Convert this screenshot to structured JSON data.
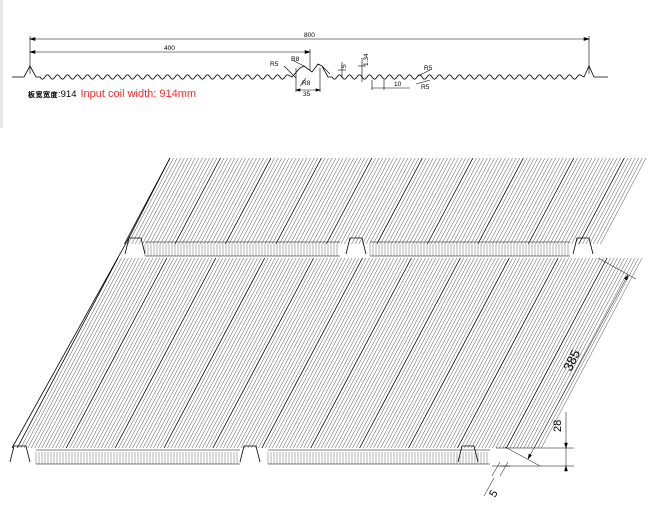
{
  "profile": {
    "dim_total": "800",
    "dim_half": "400",
    "r5_left": "R5",
    "r8_top": "R8",
    "r8_bottom": "R8",
    "dim_35": "35",
    "dim_5": "5",
    "dim_1_34": "1.34",
    "dim_10": "10",
    "r5_right_top": "R5",
    "r5_right_bottom": "R5",
    "note_prefix_cn": "板宽宽度",
    "note_prefix_val": ":914",
    "note_red": "Input coil width: 914mm",
    "colors": {
      "line": "#000000",
      "note": "#ff2a2a"
    }
  },
  "panel": {
    "dim_385": "385",
    "dim_28": "28",
    "dim_5": "5"
  }
}
